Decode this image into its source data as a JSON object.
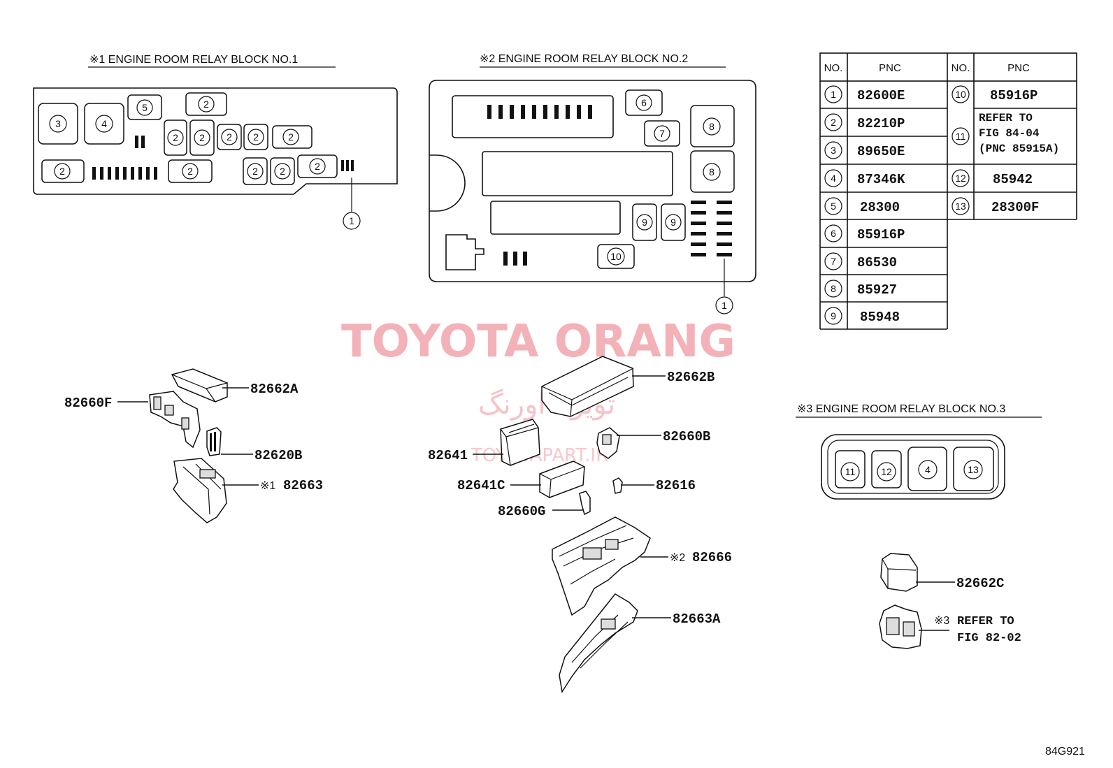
{
  "titles": {
    "block1": "※1 ENGINE ROOM RELAY BLOCK  NO.1",
    "block2": "※2 ENGINE ROOM RELAY BLOCK  NO.2",
    "block3": "※3 ENGINE ROOM RELAY BLOCK  NO.3"
  },
  "table": {
    "headers": [
      "NO.",
      "PNC",
      "NO.",
      "PNC"
    ],
    "left_rows": [
      {
        "no": "1",
        "pnc": "82600E"
      },
      {
        "no": "2",
        "pnc": "82210P"
      },
      {
        "no": "3",
        "pnc": "89650E"
      },
      {
        "no": "4",
        "pnc": "87346K"
      },
      {
        "no": "5",
        "pnc": "28300"
      },
      {
        "no": "6",
        "pnc": "85916P"
      },
      {
        "no": "7",
        "pnc": "86530"
      },
      {
        "no": "8",
        "pnc": "85927"
      },
      {
        "no": "9",
        "pnc": "85948"
      }
    ],
    "right_rows": [
      {
        "no": "10",
        "pnc": "85916P"
      },
      {
        "no": "11",
        "pnc_lines": [
          "REFER TO",
          "FIG 84-04",
          "(PNC 85915A)"
        ]
      },
      {
        "no": "12",
        "pnc": "85942"
      },
      {
        "no": "13",
        "pnc": "28300F"
      }
    ]
  },
  "block1": {
    "slots": [
      "3",
      "4",
      "5",
      "2",
      "2",
      "2",
      "2",
      "2",
      "2",
      "2",
      "2",
      "2",
      "2",
      "2"
    ],
    "leader": "1"
  },
  "block2": {
    "slots": [
      "6",
      "7",
      "8",
      "8",
      "9",
      "9",
      "10"
    ],
    "leader": "1"
  },
  "block3": {
    "slots": [
      "11",
      "12",
      "4",
      "13"
    ]
  },
  "parts": {
    "p82662A": "82662A",
    "p82660F": "82660F",
    "p82620B": "82620B",
    "p82663_mark": "※1",
    "p82663": "82663",
    "p82662B": "82662B",
    "p82660B": "82660B",
    "p82641": "82641",
    "p82641C": "82641C",
    "p82616": "82616",
    "p82660G": "82660G",
    "p82666_mark": "※2",
    "p82666": "82666",
    "p82663A": "82663A",
    "p82662C": "82662C",
    "refer_mark": "※3",
    "refer_line1": "REFER TO",
    "refer_line2": "FIG 82-02"
  },
  "watermark": {
    "brand": "TOYOTA ORANG",
    "brand_fa": "تويوتا اورنگ",
    "site": "TOYOTAPART.IR"
  },
  "figure_code": "84G921"
}
